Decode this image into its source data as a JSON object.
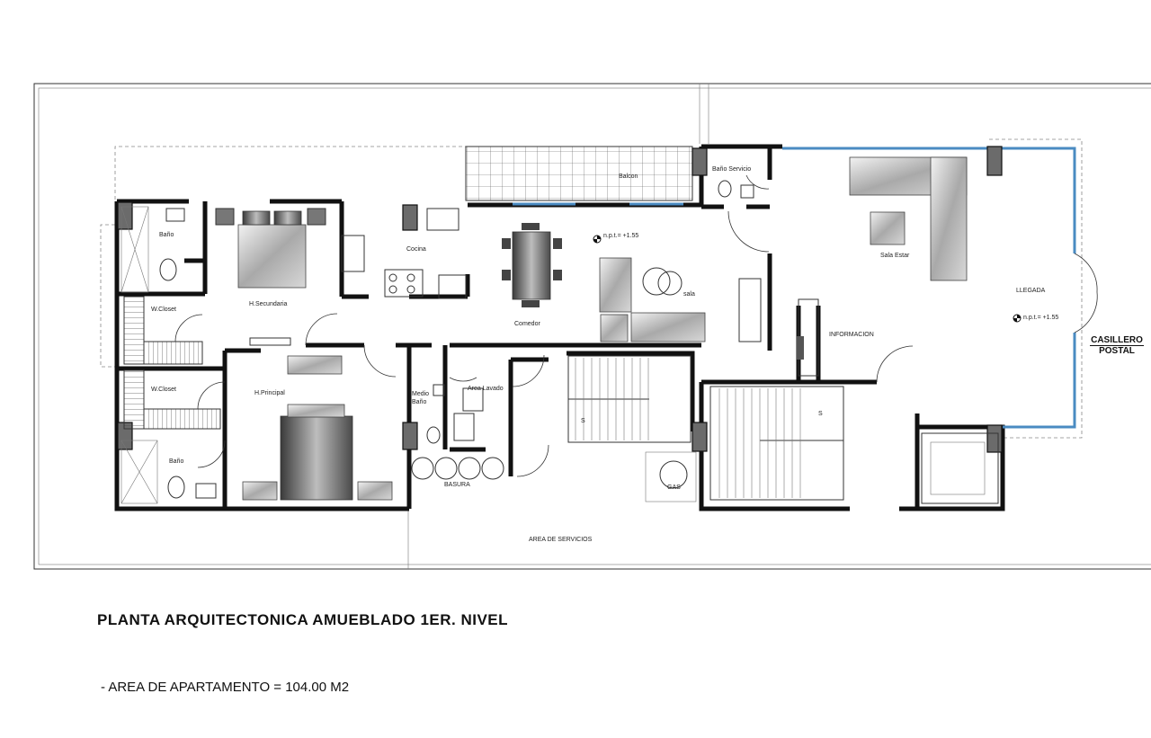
{
  "title": "PLANTA ARQUITECTONICA AMUEBLADO 1ER. NIVEL",
  "note": "- AREA DE APARTAMENTO = 104.00 M2",
  "rooms": {
    "balcon": "Balcon",
    "bano_servicio": "Baño Servicio",
    "bano_top": "Baño",
    "cocina": "Cocina",
    "w_closet_top": "W.Closet",
    "h_secundaria": "H.Secundaria",
    "comedor": "Comedor",
    "sala": "sala",
    "sala_estar": "Sala Estar",
    "llegada": "LLEGADA",
    "informacion": "INFORMACION",
    "w_closet_bottom": "W.Closet",
    "h_principal": "H.Principal",
    "medio_bano": "Medio\nBaño",
    "area_lavado": "Area Lavado",
    "bano_bottom": "Baño",
    "basura": "BASURA",
    "gas": "GAS",
    "area_servicios": "AREA DE SERVICIOS"
  },
  "levels": {
    "npt_left": "n.p.t.= +1.55",
    "npt_right": "n.p.t.= +1.55"
  },
  "casillero": {
    "line1": "CASILLERO",
    "line2": "POSTAL"
  },
  "stair_marks": {
    "s_left": "S",
    "s_right": "S"
  },
  "colors": {
    "wall": "#111111",
    "glass": "#4a8bc2",
    "furniture": "#9a9a9a"
  }
}
